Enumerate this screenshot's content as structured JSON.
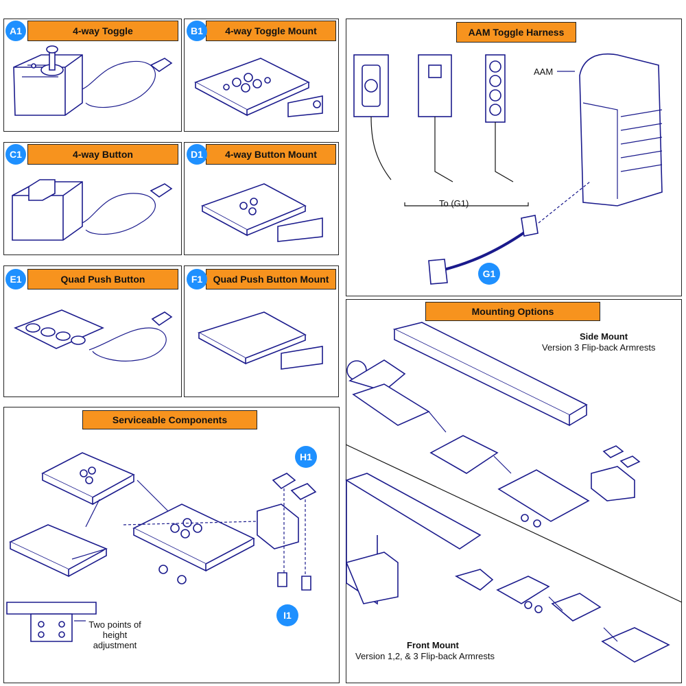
{
  "panels": {
    "a1": {
      "badge": "A1",
      "title": "4-way Toggle"
    },
    "b1": {
      "badge": "B1",
      "title": "4-way Toggle Mount"
    },
    "c1": {
      "badge": "C1",
      "title": "4-way Button"
    },
    "d1": {
      "badge": "D1",
      "title": "4-way Button Mount"
    },
    "e1": {
      "badge": "E1",
      "title": "Quad Push Button"
    },
    "f1": {
      "badge": "F1",
      "title": "Quad Push Button Mount"
    },
    "harness": {
      "title": "AAM Toggle Harness",
      "aam_label": "AAM",
      "to_label": "To (G1)",
      "badge": "G1"
    },
    "serviceable": {
      "title": "Serviceable Components",
      "badge_h": "H1",
      "badge_i": "I1",
      "note": "Two points of height adjustment"
    },
    "mounting": {
      "title": "Mounting Options",
      "side_title": "Side Mount",
      "side_sub": "Version 3 Flip-back Armrests",
      "front_title": "Front Mount",
      "front_sub": "Version 1,2, & 3 Flip-back Armrests"
    }
  },
  "colors": {
    "header_orange": "#f7931e",
    "badge_blue": "#1e90ff",
    "line_navy": "#1a1a8c"
  }
}
